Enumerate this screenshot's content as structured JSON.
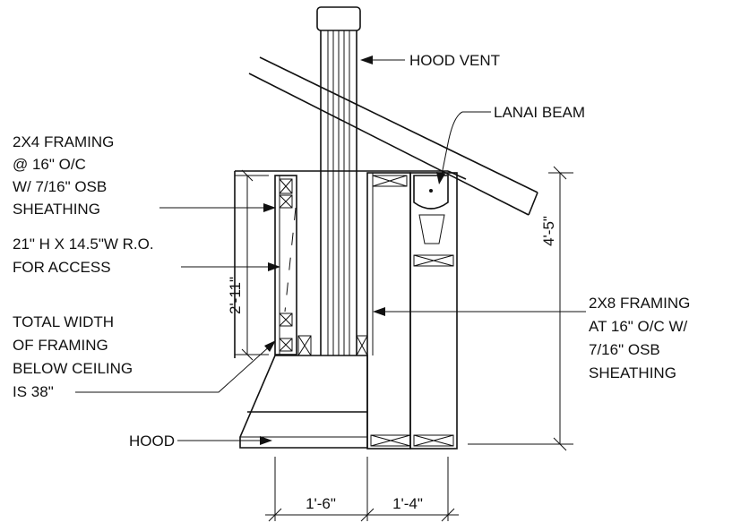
{
  "labels": {
    "hood_vent": "HOOD VENT",
    "lanai_beam": "LANAI BEAM",
    "framing_2x4": [
      "2X4 FRAMING",
      "@ 16\" O/C",
      "W/ 7/16\" OSB",
      "SHEATHING"
    ],
    "access": [
      "21\" H X 14.5\"W R.O.",
      "FOR  ACCESS"
    ],
    "total_width": [
      "TOTAL WIDTH",
      "OF FRAMING",
      "BELOW CEILING",
      "IS 38\""
    ],
    "hood": "HOOD",
    "framing_2x8": [
      "2X8 FRAMING",
      "AT 16\" O/C W/",
      "7/16\" OSB",
      "SHEATHING"
    ]
  },
  "dimensions": {
    "height_left": "2'-11\"",
    "height_right": "4'-5\"",
    "width_left": "1'-6\"",
    "width_right": "1'-4\""
  }
}
